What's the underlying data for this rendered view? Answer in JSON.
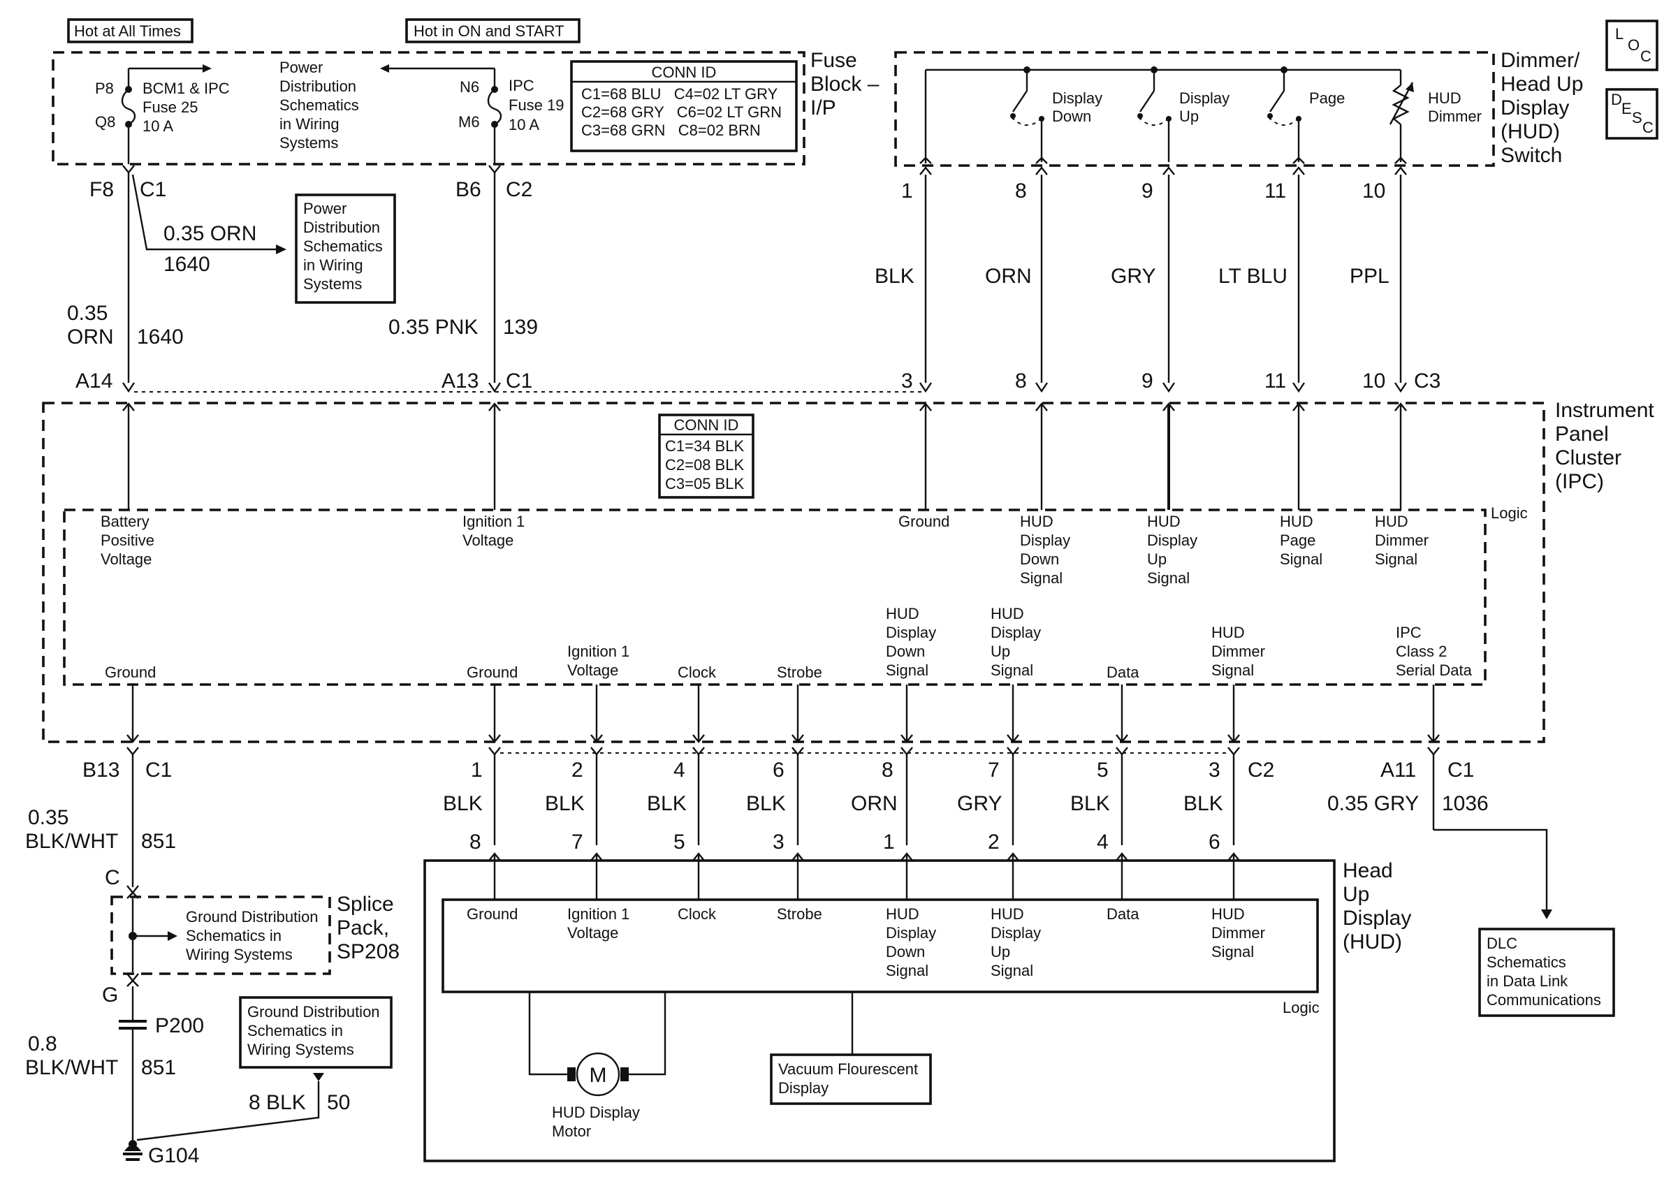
{
  "colors": {
    "ink": "#111111",
    "background": "#ffffff"
  },
  "fuse_block": {
    "hot_all_times": "Hot at All Times",
    "hot_on_start": "Hot in ON and START",
    "title_1": "Fuse",
    "title_2": "Block –",
    "title_3": "I/P",
    "power_ref": [
      "Power",
      "Distribution",
      "Schematics",
      "in Wiring",
      "Systems"
    ],
    "fuse25_pins": [
      "P8",
      "Q8"
    ],
    "fuse25_label": [
      "BCM1 & IPC",
      "Fuse 25",
      "10 A"
    ],
    "fuse19_pins": [
      "N6",
      "M6"
    ],
    "fuse19_label": [
      "IPC",
      "Fuse 19",
      "10 A"
    ],
    "conn_id_title": "CONN ID",
    "conn_id_rows": [
      "C1=68 BLU   C4=02 LT GRY",
      "C2=68 GRY   C6=02 LT GRN",
      "C3=68 GRN   C8=02 BRN"
    ]
  },
  "circuit_top_left": {
    "f8": "F8",
    "c1": "C1",
    "branch_wire": "0.35 ORN",
    "branch_circuit": "1640",
    "power_ref": [
      "Power",
      "Distribution",
      "Schematics",
      "in Wiring",
      "Systems"
    ],
    "wire_size": "0.35",
    "wire_color": "ORN",
    "circuit": "1640",
    "a14": "A14",
    "b6": "B6",
    "c2": "C2",
    "pnk_wire": "0.35 PNK",
    "pnk_circuit": "139",
    "a13": "A13",
    "a13_conn": "C1"
  },
  "hud_switch": {
    "title": [
      "Dimmer/",
      "Head Up",
      "Display",
      "(HUD)",
      "Switch"
    ],
    "loc": [
      "L",
      "O",
      "C"
    ],
    "desc": [
      "D",
      "E",
      "S",
      "C"
    ],
    "switch_labels": [
      [
        "Display",
        "Down"
      ],
      [
        "Display",
        "Up"
      ],
      [
        "Page"
      ],
      [
        "HUD",
        "Dimmer"
      ]
    ],
    "top_pins": [
      "1",
      "8",
      "9",
      "11",
      "10"
    ],
    "wire_colors": [
      "BLK",
      "ORN",
      "GRY",
      "LT BLU",
      "PPL"
    ],
    "bottom_pins": [
      "3",
      "8",
      "9",
      "11",
      "10"
    ],
    "bottom_conn": "C3"
  },
  "ipc": {
    "title": [
      "Instrument",
      "Panel",
      "Cluster",
      "(IPC)"
    ],
    "conn_id_title": "CONN ID",
    "conn_id_rows": [
      "C1=34 BLK",
      "C2=08 BLK",
      "C3=05 BLK"
    ],
    "logic": "Logic",
    "top_labels": [
      [
        "Battery",
        "Positive",
        "Voltage"
      ],
      [
        "Ignition 1",
        "Voltage"
      ],
      [
        "Ground"
      ],
      [
        "HUD",
        "Display",
        "Down",
        "Signal"
      ],
      [
        "HUD",
        "Display",
        "Up",
        "Signal"
      ],
      [
        "HUD",
        "Page",
        "Signal"
      ],
      [
        "HUD",
        "Dimmer",
        "Signal"
      ]
    ],
    "bottom_labels": [
      [
        "Ground"
      ],
      [
        "Ground"
      ],
      [
        "Ignition 1",
        "Voltage"
      ],
      [
        "Clock"
      ],
      [
        "Strobe"
      ],
      [
        "HUD",
        "Display",
        "Down",
        "Signal"
      ],
      [
        "HUD",
        "Display",
        "Up",
        "Signal"
      ],
      [
        "Data"
      ],
      [
        "HUD",
        "Dimmer",
        "Signal"
      ],
      [
        "IPC",
        "Class 2",
        "Serial Data"
      ]
    ]
  },
  "c2_wires": {
    "top_pins": [
      "1",
      "2",
      "4",
      "6",
      "8",
      "7",
      "5",
      "3"
    ],
    "conn": "C2",
    "colors": [
      "BLK",
      "BLK",
      "BLK",
      "BLK",
      "ORN",
      "GRY",
      "BLK",
      "BLK"
    ],
    "bottom_pins": [
      "8",
      "7",
      "5",
      "3",
      "1",
      "2",
      "4",
      "6"
    ]
  },
  "ground_circuit": {
    "b13": "B13",
    "c1": "C1",
    "wire_size": "0.35",
    "wire_color": "BLK/WHT",
    "circuit": "851",
    "c_label": "C",
    "splice_ref": [
      "Ground Distribution",
      "Schematics in",
      "Wiring Systems"
    ],
    "splice_title": [
      "Splice",
      "Pack,",
      "SP208"
    ],
    "g_label": "G",
    "p200": "P200",
    "wire2_size": "0.8",
    "wire2_color": "BLK/WHT",
    "circuit2": "851",
    "ground_ref": [
      "Ground Distribution",
      "Schematics in",
      "Wiring Systems"
    ],
    "blk_wire": "8 BLK",
    "blk_circuit": "50",
    "g104": "G104"
  },
  "serial_data": {
    "a11": "A11",
    "c1": "C1",
    "wire": "0.35 GRY",
    "circuit": "1036",
    "dlc_ref": [
      "DLC",
      "Schematics",
      "in Data Link",
      "Communications"
    ]
  },
  "hud": {
    "title": [
      "Head",
      "Up",
      "Display",
      "(HUD)"
    ],
    "labels": [
      [
        "Ground"
      ],
      [
        "Ignition 1",
        "Voltage"
      ],
      [
        "Clock"
      ],
      [
        "Strobe"
      ],
      [
        "HUD",
        "Display",
        "Down",
        "Signal"
      ],
      [
        "HUD",
        "Display",
        "Up",
        "Signal"
      ],
      [
        "Data"
      ],
      [
        "HUD",
        "Dimmer",
        "Signal"
      ]
    ],
    "logic": "Logic",
    "motor_symbol": "M",
    "motor_label": [
      "HUD Display",
      "Motor"
    ],
    "vfd_label": [
      "Vacuum Flourescent",
      "Display"
    ]
  }
}
